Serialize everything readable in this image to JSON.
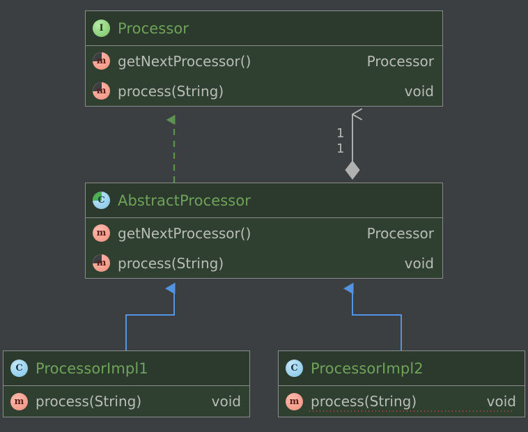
{
  "diagram": {
    "type": "uml-class-diagram",
    "background_color": "#3c3f41",
    "box_fill": "#2f3f30",
    "box_header_fill": "#2b3a2c",
    "box_border": "#8a8d8a",
    "title_color": "#70a35a",
    "member_color": "#b9bdb6",
    "realization_color": "#6a9e55",
    "inheritance_color": "#5294e2",
    "aggregation_color": "#b0b0b0"
  },
  "classes": [
    {
      "id": "processor",
      "name": "Processor",
      "stereotype": "interface",
      "icon": "interface-icon",
      "icon_glyph": "I",
      "members": [
        {
          "name": "getNextProcessor()",
          "type": "Processor",
          "icon": "abstract-method-icon",
          "icon_glyph": "m",
          "error": false
        },
        {
          "name": "process(String)",
          "type": "void",
          "icon": "abstract-method-icon",
          "icon_glyph": "m",
          "error": false
        }
      ]
    },
    {
      "id": "abstract-processor",
      "name": "AbstractProcessor",
      "stereotype": "abstract-class",
      "icon": "abstract-class-icon",
      "icon_glyph": "C",
      "members": [
        {
          "name": "getNextProcessor()",
          "type": "Processor",
          "icon": "method-icon",
          "icon_glyph": "m",
          "error": false
        },
        {
          "name": "process(String)",
          "type": "void",
          "icon": "abstract-method-icon",
          "icon_glyph": "m",
          "error": false
        }
      ]
    },
    {
      "id": "processor-impl-1",
      "name": "ProcessorImpl1",
      "stereotype": "class",
      "icon": "class-icon",
      "icon_glyph": "C",
      "members": [
        {
          "name": "process(String)",
          "type": "void",
          "icon": "method-icon",
          "icon_glyph": "m",
          "error": false
        }
      ]
    },
    {
      "id": "processor-impl-2",
      "name": "ProcessorImpl2",
      "stereotype": "class",
      "icon": "class-icon",
      "icon_glyph": "C",
      "members": [
        {
          "name": "process(String)",
          "type": "void",
          "icon": "method-icon",
          "icon_glyph": "m",
          "error": true
        }
      ]
    }
  ],
  "relations": [
    {
      "id": "realization",
      "kind": "realization",
      "from": "abstract-processor",
      "to": "processor",
      "style": "dashed",
      "arrowhead": "closed-triangle",
      "color": "#6a9e55"
    },
    {
      "id": "aggregation",
      "kind": "aggregation",
      "from": "abstract-processor",
      "to": "processor",
      "style": "solid",
      "arrowhead": "open-arrow",
      "tail": "hollow-diamond",
      "color": "#b0b0b0",
      "source_multiplicity": "1",
      "target_multiplicity": "1"
    },
    {
      "id": "inheritance-impl1",
      "kind": "generalization",
      "from": "processor-impl-1",
      "to": "abstract-processor",
      "style": "solid",
      "arrowhead": "filled-triangle",
      "color": "#5294e2"
    },
    {
      "id": "inheritance-impl2",
      "kind": "generalization",
      "from": "processor-impl-2",
      "to": "abstract-processor",
      "style": "solid",
      "arrowhead": "filled-triangle",
      "color": "#5294e2"
    }
  ],
  "multiplicity_labels": {
    "upper": "1",
    "lower": "1"
  }
}
